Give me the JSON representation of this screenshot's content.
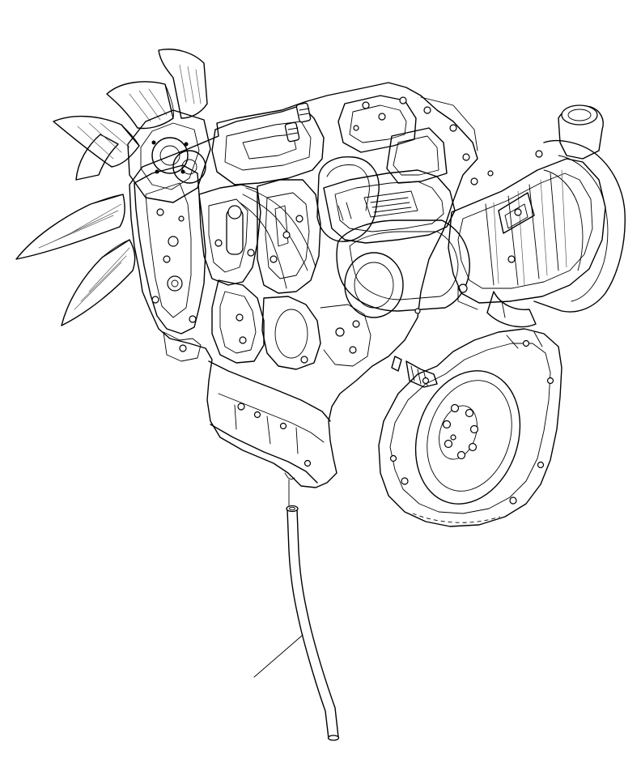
{
  "diagram": {
    "drawing_colors": {
      "line": "#000000",
      "background": "#ffffff"
    },
    "parts": [
      {
        "name": "engine-assembly"
      },
      {
        "name": "cooling-fan"
      },
      {
        "name": "turbocharger"
      },
      {
        "name": "flywheel-housing"
      },
      {
        "name": "oil-level-dipstick-tube"
      }
    ],
    "callouts": [
      {
        "target": "oil-level-dipstick-tube",
        "label": ""
      }
    ]
  }
}
